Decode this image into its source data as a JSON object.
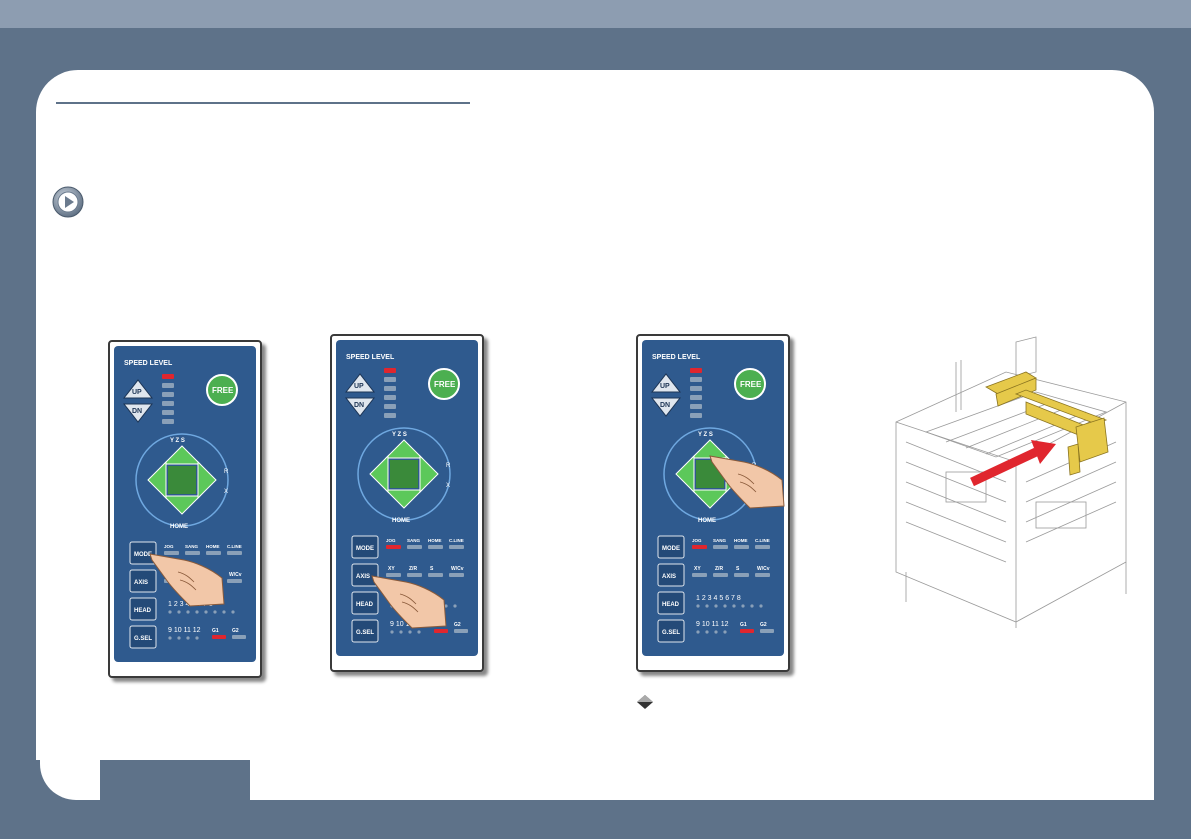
{
  "icons": {
    "play": "play-circle-icon",
    "bullet": "diamond-bullet-icon"
  },
  "colors": {
    "frame": "#5e7289",
    "band": "#8d9db1",
    "panel": "#2f5a8e",
    "free": "#4caf50",
    "led_on": "#e0262e",
    "led_off": "#8aa0b8",
    "arrow": "#e0262e",
    "yellow": "#e6c94a"
  },
  "pendant": {
    "speed_level": "SPEED LEVEL",
    "up": "UP",
    "dn": "DN",
    "free": "FREE",
    "axis_top": "Y  Z  S",
    "axis_side_1": "R",
    "axis_side_2": "X",
    "home_label": "HOME",
    "btn_mode": "MODE",
    "btn_axis": "AXIS",
    "btn_head": "HEAD",
    "btn_gsel": "G.SEL",
    "mode_labels": [
      "JOG",
      "SANG",
      "HOME",
      "C.LINE"
    ],
    "axis_labels": [
      "XY",
      "Z/R",
      "S",
      "W/Cv"
    ],
    "head_row1": "1 2 3 4 5 6 7 8",
    "head_row2": "9 10 11 12",
    "group_labels": [
      "G1",
      "G2"
    ]
  },
  "pendants": [
    {
      "id": "p1",
      "mode_led_on": false,
      "touch": "MODE"
    },
    {
      "id": "p2",
      "mode_led_on": true,
      "touch": "AXIS"
    },
    {
      "id": "p3",
      "mode_led_on": true,
      "touch": "Y"
    }
  ]
}
